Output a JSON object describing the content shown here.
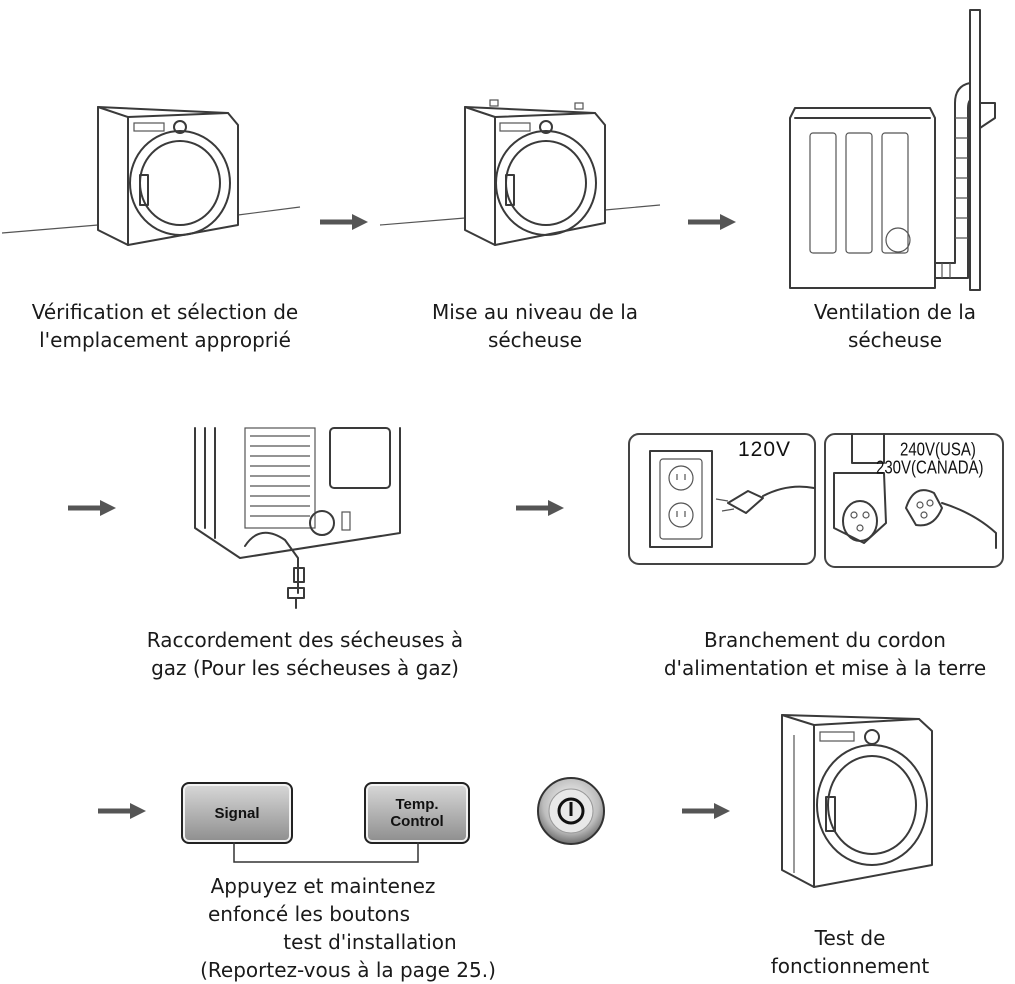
{
  "steps": {
    "step1": {
      "line1": "Vérification et sélection de",
      "line2": "l'emplacement approprié"
    },
    "step2": {
      "line1": "Mise au niveau de la",
      "line2": "sécheuse"
    },
    "step3": {
      "line1": "Ventilation de la",
      "line2": "sécheuse"
    },
    "step4": {
      "line1": "Raccordement des sécheuses à",
      "line2": "gaz (Pour les sécheuses à gaz)"
    },
    "step5": {
      "line1": "Branchement du cordon",
      "line2": "d'alimentation et mise à la terre"
    },
    "step6": {
      "line1": "Appuyez et maintenez",
      "line2": "enfoncé les boutons",
      "line3": "test d'installation",
      "line4": "(Reportez-vous à la page 25.)"
    },
    "step7": {
      "line1": "Test de",
      "line2": "fonctionnement"
    }
  },
  "voltage": {
    "v120": "120V",
    "v240": "240V(USA)",
    "v230": "230V(CANADA)"
  },
  "buttons": {
    "signal": "Signal",
    "temp_line1": "Temp.",
    "temp_line2": "Control"
  },
  "icons": {
    "power": "power-icon",
    "arrow": "arrow-right-icon"
  }
}
